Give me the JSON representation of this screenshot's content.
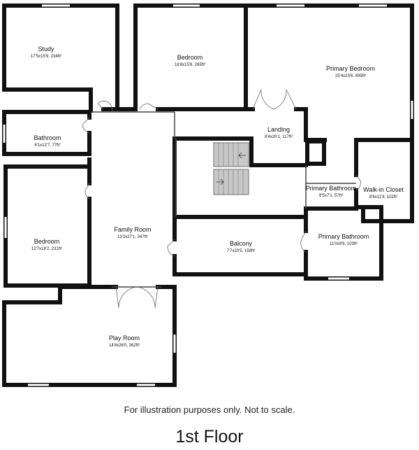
{
  "rooms": [
    {
      "name": "Study",
      "dims": "17'5x15'9, 234ft²"
    },
    {
      "name": "Bedroom",
      "dims": "16'8x15'8, 265ft²"
    },
    {
      "name": "Primary Bedroom",
      "dims": "25'4x23'6, 495ft²"
    },
    {
      "name": "Bathroom",
      "dims": "6'1x12'7, 77ft²"
    },
    {
      "name": "Landing",
      "dims": "8'4x20'1, 117ft²"
    },
    {
      "name": "Primary Bathroom",
      "dims": "8'5x7'1, 57ft²"
    },
    {
      "name": "Walk-in Closet",
      "dims": "8'6x11'9, 102ft²"
    },
    {
      "name": "Bedroom",
      "dims": "12'7x18'2, 231ft²"
    },
    {
      "name": "Family Room",
      "dims": "13'2x27'1, 347ft²"
    },
    {
      "name": "Balcony",
      "dims": "7'7x20'5, 159ft²"
    },
    {
      "name": "Primary Bathroom",
      "dims": "11'0x9'9, 103ft²"
    },
    {
      "name": "Play Room",
      "dims": "14'8x26'0, 362ft²"
    }
  ],
  "disclaimer": "For illustration purposes only. Not to scale.",
  "floor_title": "1st Floor",
  "colors": {
    "wall": "#111111",
    "stair": "#bdbdbd",
    "window": "#ffffff",
    "door_arc": "#888888"
  }
}
